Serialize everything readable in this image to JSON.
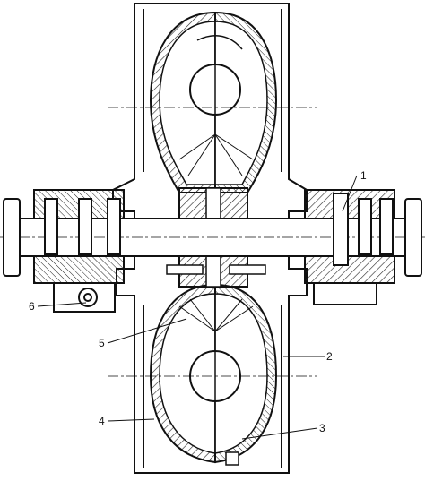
{
  "figure": {
    "callouts": [
      {
        "id": "1",
        "label": "1"
      },
      {
        "id": "2",
        "label": "2"
      },
      {
        "id": "3",
        "label": "3"
      },
      {
        "id": "4",
        "label": "4"
      },
      {
        "id": "5",
        "label": "5"
      },
      {
        "id": "6",
        "label": "6"
      }
    ]
  },
  "colors": {
    "ink": "#111111",
    "paper": "#ffffff",
    "hatch": "#222222"
  }
}
